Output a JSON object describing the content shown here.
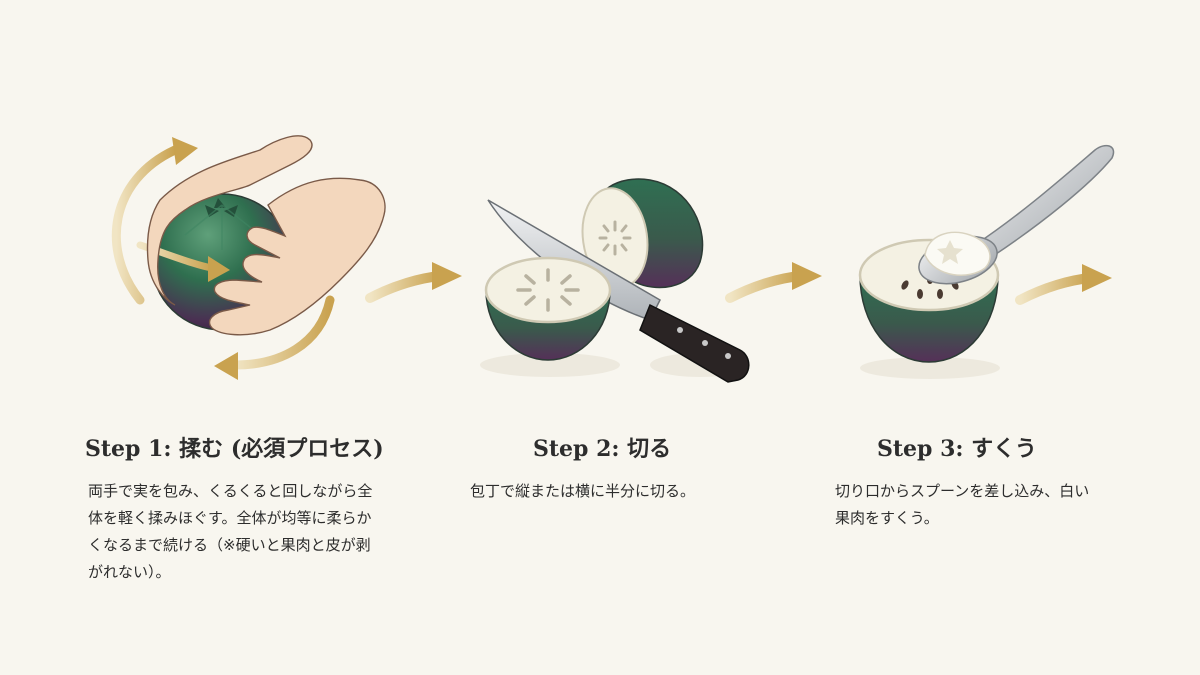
{
  "steps": [
    {
      "title": "Step 1: 揉む (必須プロセス)",
      "description": "両手で実を包み、くるくると回しながら全体を軽く揉みほぐす。全体が均等に柔らかくなるまで続ける（※硬いと果肉と皮が剥がれない）。"
    },
    {
      "title": "Step 2: 切る",
      "description": "包丁で縦または横に半分に切る。"
    },
    {
      "title": "Step 3: すくう",
      "description": "切り口からスプーンを差し込み、白い果肉をすくう。"
    }
  ],
  "colors": {
    "background": "#f8f6ef",
    "arrow_gold": "#c9a85a",
    "fruit_green": "#2f6f4f",
    "fruit_purple": "#5b2f5a",
    "flesh": "#f4f1e3",
    "skin_hand": "#f3d7bd"
  },
  "icons": [
    "rotation-arrow-icon",
    "hands-icon",
    "fruit-icon",
    "knife-icon",
    "spoon-icon",
    "flow-arrow-icon"
  ]
}
